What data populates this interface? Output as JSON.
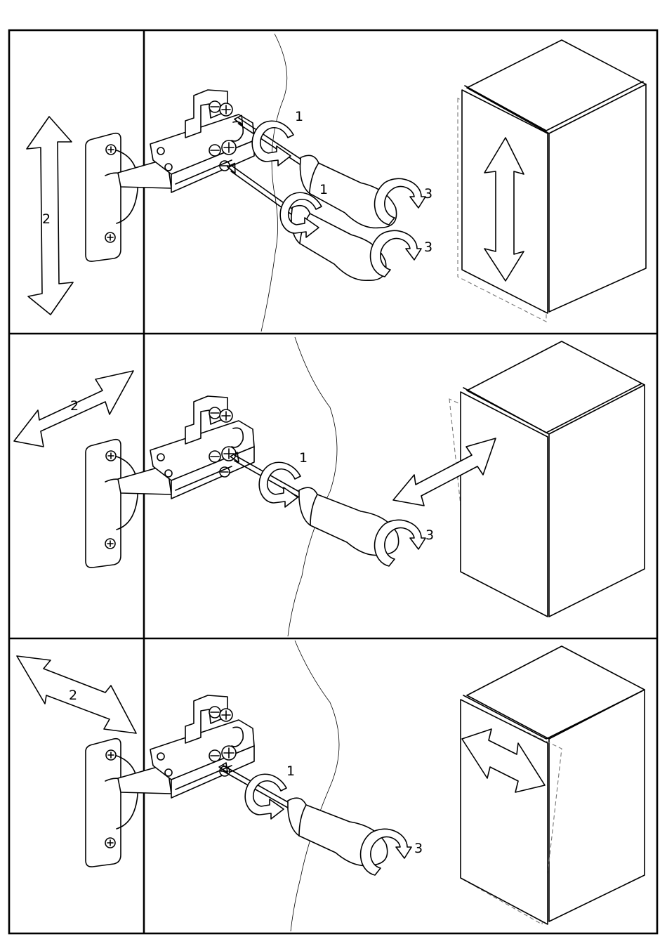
{
  "panels": [
    {
      "id": "vertical",
      "labels": {
        "screw_front": "1",
        "move": "2",
        "screw_rear": "3"
      }
    },
    {
      "id": "depth",
      "labels": {
        "screw_front": "1",
        "move": "2",
        "screw_rear": "3"
      }
    },
    {
      "id": "side",
      "labels": {
        "screw_front": "1",
        "move": "2",
        "screw_rear": "3"
      }
    }
  ],
  "colors": {
    "line": "#000000",
    "background": "#ffffff",
    "ghost": "#777777"
  }
}
